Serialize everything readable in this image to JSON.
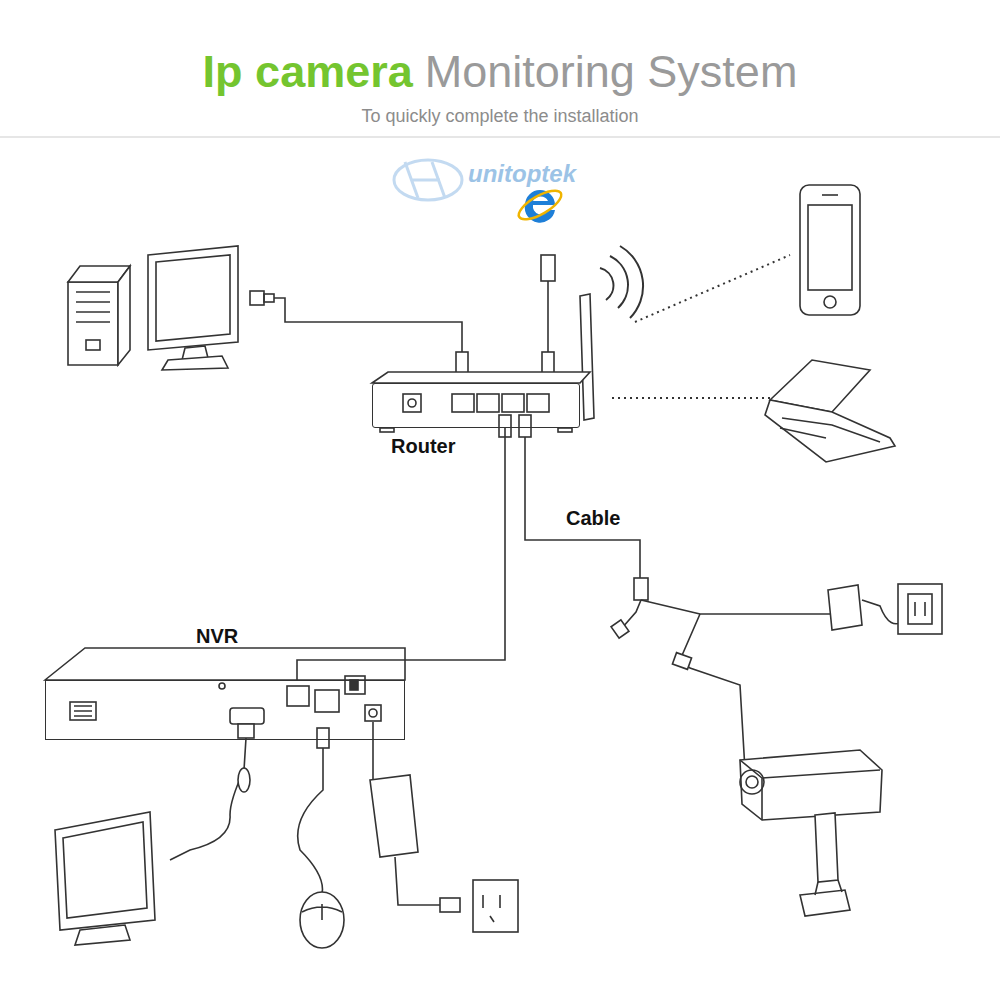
{
  "diagram": {
    "title": "Ip camera",
    "caption": "To quickly complete the installation",
    "nodes": [
      {
        "text": [
          "Router"
        ]
      },
      {
        "text": [
          "NVR"
        ]
      }
    ],
    "edges": [
      {
        "from": 1,
        "to": 0,
        "arrow": "none",
        "label": "Cable"
      }
    ],
    "labels": [
      "Monitoring System",
      "Cable",
      "unitoptek"
    ]
  }
}
